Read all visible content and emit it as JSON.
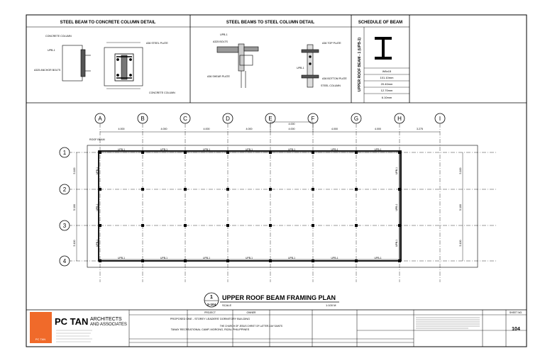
{
  "details": {
    "d1_title": "STEEL BEAM TO CONCRETE COLUMN DETAIL",
    "d2_title": "STEEL BEAMS TO STEEL COLUMN DETAIL",
    "d3_title": "SCHEDULE OF BEAM",
    "d1_labels": [
      "CONCRETE COLUMN",
      "UPB-1",
      "A325 ANCHOR BOLTS",
      "A36 STEEL PLATE",
      "CONCRETE COLUMN"
    ],
    "d2_labels": [
      "UPB-1",
      "A36 SHEAR PLATE",
      "A325 BOLTS",
      "A36 TOP PLATE",
      "A36 BOTTOM PLATE",
      "STEEL COLUMN",
      "UPB-1"
    ],
    "schedule": {
      "vertical_label": "UPPER ROOF BEAM - 1 (UPB-1)",
      "rows": [
        "W6x15",
        "101.10mm",
        "20.40mm",
        "12.70mm",
        "6.10mm"
      ]
    }
  },
  "grid": {
    "columns": [
      "A",
      "B",
      "C",
      "D",
      "E",
      "F",
      "G",
      "H",
      "I"
    ],
    "rows": [
      "1",
      "2",
      "3",
      "4"
    ],
    "spacings": [
      "4.000",
      "4.000",
      "4.000",
      "4.000",
      "4.000",
      "4.000",
      "4.000",
      "4.000"
    ],
    "e_spacing": "4.000",
    "last_spacing": "3.275",
    "row_spacings": [
      "5.100",
      "5.100",
      "5.100"
    ],
    "beam_label": "UPB-1",
    "corner_note": "ROOF BEAM"
  },
  "plan_title": {
    "number": "1",
    "sheet_ref": "S-104",
    "title": "UPPER ROOF BEAM FRAMING PLAN",
    "scale_label": "SCALE",
    "scale_value": "1:100 M"
  },
  "title_block": {
    "firm_name": "PC TAN",
    "firm_suffix_1": "ARCHITECTS",
    "firm_suffix_2": "AND ASSOCIATES",
    "logo_text": "PC TAN",
    "project_header": "PROJECT",
    "project_name": "PROPOSED ONE - STOREY LEADERS' DORMITORY BUILDING",
    "location": "TANAY RECREATIONAL CAMP, MORONG, RIZAL PHILIPPINES",
    "owner_header": "OWNER",
    "owner": "THE CHURCH OF JESUS CHRIST OF LATTER-DAY SAINTS",
    "sheet_header": "SHEET NO.",
    "sheet_no": "104"
  }
}
